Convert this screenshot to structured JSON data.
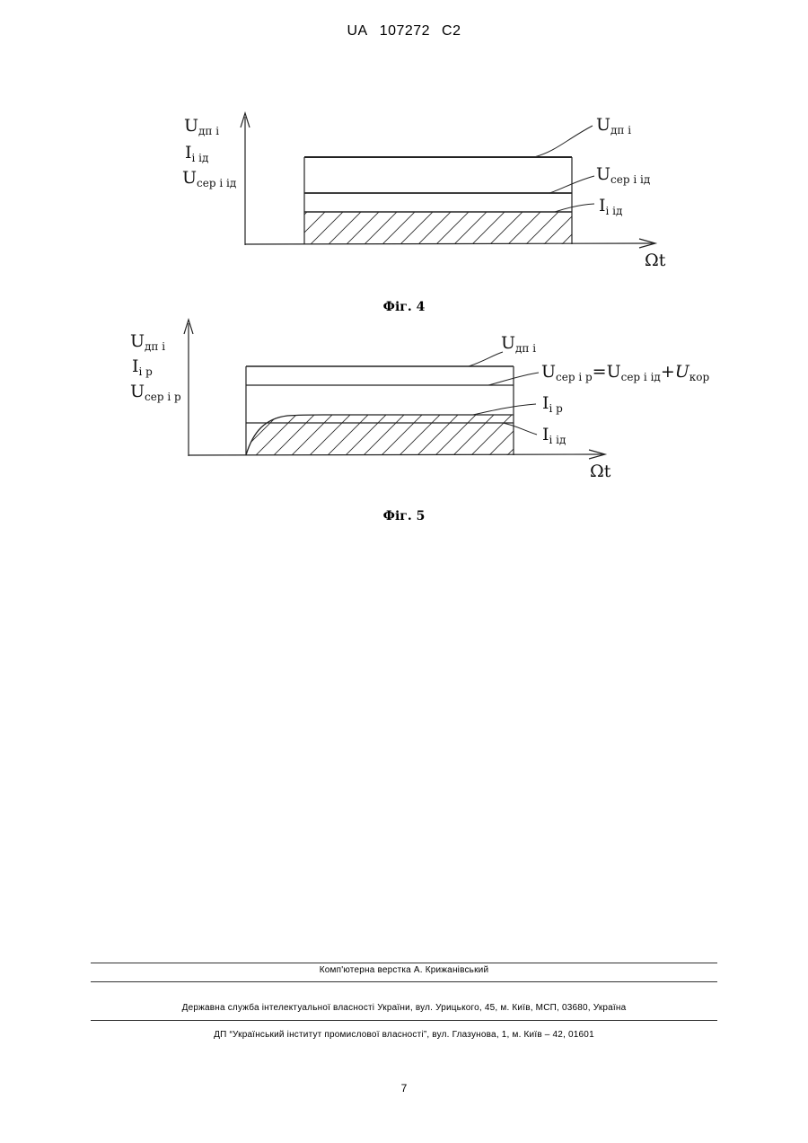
{
  "header": {
    "country": "UA",
    "number": "107272",
    "kind": "C2"
  },
  "fig4": {
    "caption": "Фіг. 4",
    "y_labels": [
      {
        "main": "U",
        "sub": "дп і"
      },
      {
        "main": "I",
        "sub": "і ід"
      },
      {
        "main": "U",
        "sub": "сер і ід"
      }
    ],
    "curve_labels": [
      {
        "main": "U",
        "sub": "дп і"
      },
      {
        "main": "U",
        "sub": "сер і ід"
      },
      {
        "main": "I",
        "sub": "і ід"
      }
    ],
    "x_label": "Ωt"
  },
  "fig5": {
    "caption": "Фіг. 5",
    "y_labels": [
      {
        "main": "U",
        "sub": "дп і"
      },
      {
        "main": "I",
        "sub": "і р"
      },
      {
        "main": "U",
        "sub": "сер і р"
      }
    ],
    "curve_labels": {
      "udp": {
        "main": "U",
        "sub": "дп і"
      },
      "useri": {
        "main": "U",
        "sub": "сер і р",
        "eq": "=",
        "u2": "U",
        "sub2": "сер і ід",
        "plus": "+",
        "u3": "U",
        "sub3": "кор"
      },
      "ir": {
        "main": "I",
        "sub": "і р"
      },
      "iid": {
        "main": "I",
        "sub": "і ід"
      }
    },
    "x_label": "Ωt"
  },
  "footer": {
    "line1": "Комп'ютерна верстка А. Крижанівський",
    "line2": "Державна служба інтелектуальної власності України, вул. Урицького, 45, м. Київ, МСП, 03680, Україна",
    "line3": "ДП “Український інститут промислової власності”, вул. Глазунова, 1, м. Київ – 42, 01601"
  },
  "page_number": "7"
}
